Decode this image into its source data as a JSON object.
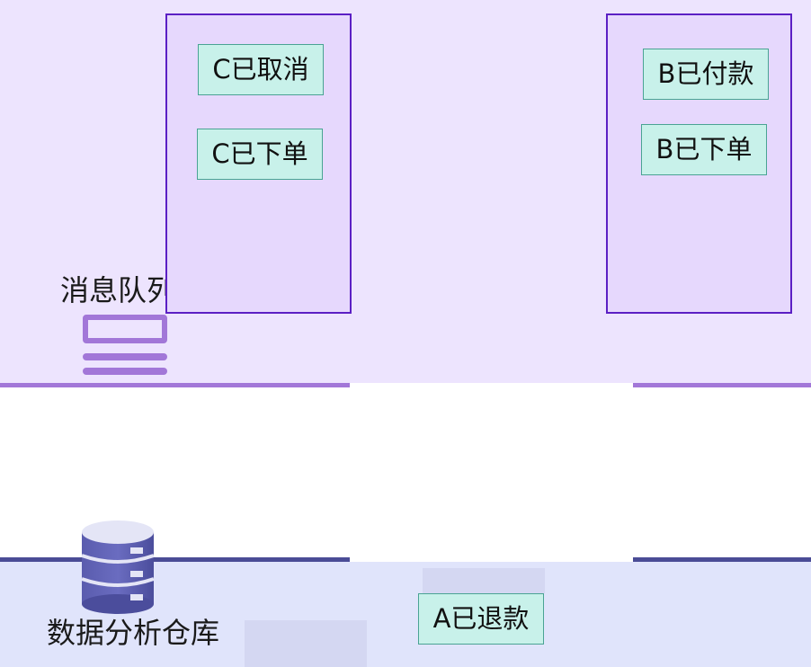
{
  "queue": {
    "label": "消息队列",
    "icon": "queue-icon",
    "color": "#a277d8"
  },
  "warehouse": {
    "label": "数据分析仓库",
    "icon": "database-icon",
    "color": "#4a4c96"
  },
  "left_panel": {
    "messages": [
      "C已取消",
      "C已下单"
    ]
  },
  "right_panel": {
    "messages": [
      "B已付款",
      "B已下单"
    ]
  },
  "warehouse_message": "A已退款",
  "colors": {
    "queue_band": "#ede4fe",
    "warehouse_band": "#e0e4fb",
    "panel_border": "#5b1fc4",
    "message_fill": "#c8f1ea"
  }
}
